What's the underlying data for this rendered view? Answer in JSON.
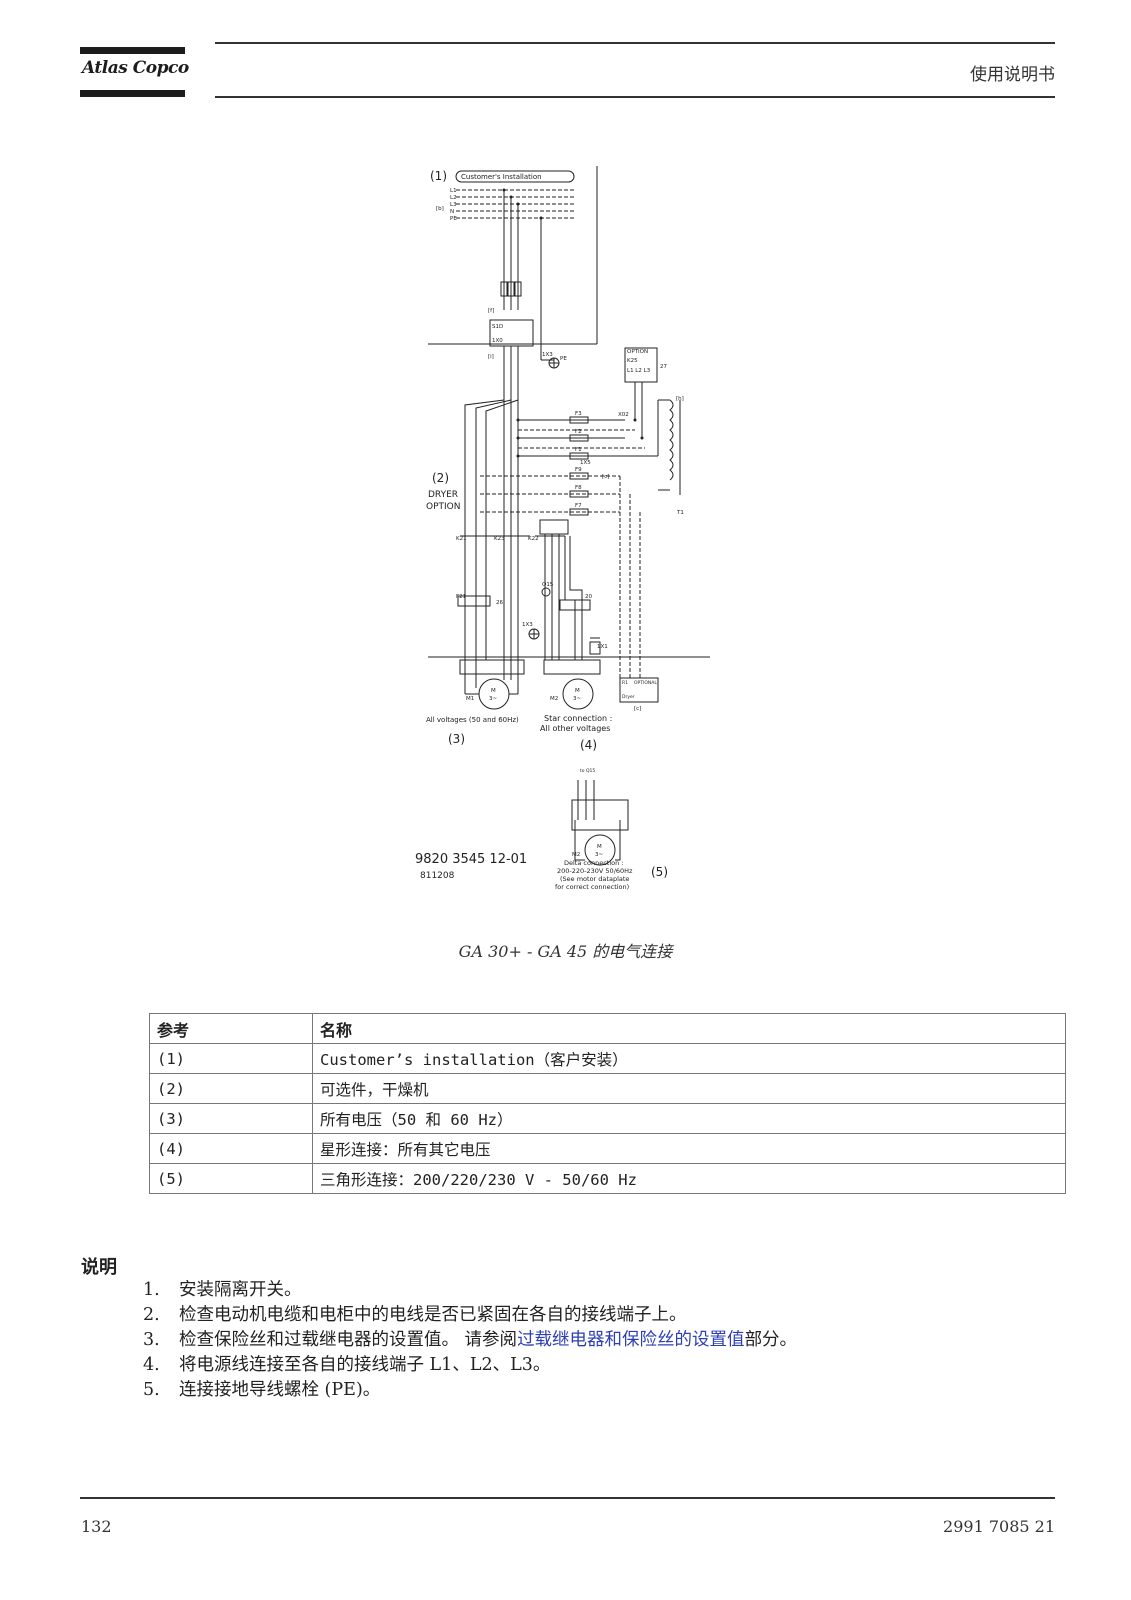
{
  "header": {
    "logo_text": "Atlas Copco",
    "doc_title": "使用说明书"
  },
  "diagram": {
    "labels": {
      "ref1": "(1)",
      "customer_box": "Customer's Installation",
      "l1": "L1",
      "l2": "L2",
      "l3": "L3",
      "n": "N",
      "pe": "PE",
      "b": "[b]",
      "f": "[f]",
      "i": "[i]",
      "q1": "S1D",
      "k0": "1X0",
      "x3": "1X3",
      "pe2": "PE",
      "option": "OPTION",
      "k25": "K25",
      "l1l2l3": "L1 L2 L3",
      "k27": "27",
      "x02": "X02",
      "h": "[h]",
      "f3": "F3",
      "f2": "F2",
      "f1": "F1",
      "f9": "F9",
      "f8": "F8",
      "f7": "F7",
      "c": "[c]",
      "x5": "1X5",
      "t1": "T1",
      "ref2": "(2)",
      "dryer": "DRYER",
      "dryer_option": "OPTION",
      "k21": "K21",
      "k23": "K23",
      "k22": "K22",
      "q15": "Q15",
      "f21": "F21",
      "k26": "26",
      "k20": "20",
      "x3b": "1X3",
      "x1": "1X1",
      "m1": "M",
      "m1b": "3~",
      "m1n": "M1",
      "m2": "M",
      "m2b": "3~",
      "m2n": "M2",
      "r1": "R1",
      "optional": "OPTIONAL",
      "dryer3": "Dryer",
      "c2": "[c]",
      "all_voltages": "All voltages (50 and 60Hz)",
      "star": "Star connection :",
      "all_other": "All other voltages",
      "ref3": "(3)",
      "ref4": "(4)",
      "toq15": "to Q15",
      "m3": "M",
      "m3b": "3~",
      "m3n": "M2",
      "delta1": "Delta connection :",
      "delta2": "200-220-230V 50/60Hz",
      "delta3": "(See motor dataplate",
      "delta4": "for correct connection)",
      "ref5": "(5)",
      "drawing_no": "9820 3545 12-01",
      "drawing_date": "811208"
    }
  },
  "caption": {
    "text": "GA 30+ - GA 45 的电气连接"
  },
  "table": {
    "header": [
      "参考",
      "名称"
    ],
    "rows": [
      [
        "(1)",
        "Customer’s installation（客户安装）"
      ],
      [
        "(2)",
        "可选件，干燥机"
      ],
      [
        "(3)",
        "所有电压（50 和 60 Hz）"
      ],
      [
        "(4)",
        "星形连接：所有其它电压"
      ],
      [
        "(5)",
        "三角形连接：200/220/230 V - 50/60 Hz"
      ]
    ]
  },
  "notes": {
    "title": "说明",
    "items": [
      {
        "num": "1.",
        "text": "安装隔离开关。"
      },
      {
        "num": "2.",
        "text": "检查电动机电缆和电柜中的电线是否已紧固在各自的接线端子上。"
      },
      {
        "num": "3.",
        "text_before": "检查保险丝和过载继电器的设置值。 请参阅",
        "link": "过载继电器和保险丝的设置值",
        "text_after": "部分。"
      },
      {
        "num": "4.",
        "text": "将电源线连接至各自的接线端子 L1、L2、L3。"
      },
      {
        "num": "5.",
        "text": "连接接地导线螺栓 (PE)。"
      }
    ]
  },
  "footer": {
    "page_number": "132",
    "doc_number": "2991 7085 21"
  }
}
